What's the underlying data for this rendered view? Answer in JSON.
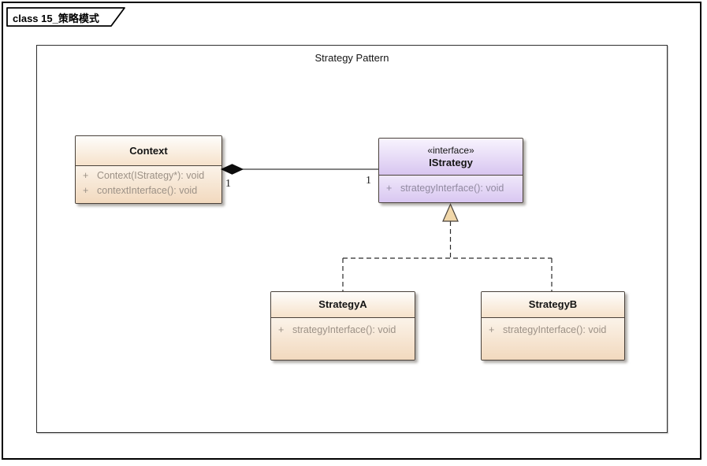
{
  "diagram": {
    "tab_label": "class 15_策略模式",
    "frame_title": "Strategy Pattern"
  },
  "classes": {
    "context": {
      "name": "Context",
      "methods": [
        {
          "visibility": "+",
          "signature": "Context(IStrategy*): void"
        },
        {
          "visibility": "+",
          "signature": "contextInterface(): void"
        }
      ]
    },
    "istrategy": {
      "stereotype": "«interface»",
      "name": "IStrategy",
      "methods": [
        {
          "visibility": "+",
          "signature": "strategyInterface(): void"
        }
      ]
    },
    "strategy_a": {
      "name": "StrategyA",
      "methods": [
        {
          "visibility": "+",
          "signature": "strategyInterface(): void"
        }
      ]
    },
    "strategy_b": {
      "name": "StrategyB",
      "methods": [
        {
          "visibility": "+",
          "signature": "strategyInterface(): void"
        }
      ]
    }
  },
  "connectors": {
    "composition": {
      "type": "composition",
      "from": "Context",
      "to": "IStrategy",
      "source_multiplicity": "1",
      "target_multiplicity": "1"
    },
    "realization_a": {
      "type": "realization",
      "from": "StrategyA",
      "to": "IStrategy"
    },
    "realization_b": {
      "type": "realization",
      "from": "StrategyB",
      "to": "IStrategy"
    }
  },
  "colors": {
    "class_fill_top": "#fefdfb",
    "class_fill_bottom": "#f2d9be",
    "interface_fill_top": "#f8f4fe",
    "interface_fill_bottom": "#d8c6f0",
    "class_method_text": "#9c9186",
    "interface_method_text": "#918aa0",
    "box_border": "#49413a",
    "realization_arrow_fill": "#f1d7a9",
    "line_color": "#2e2e2e"
  }
}
